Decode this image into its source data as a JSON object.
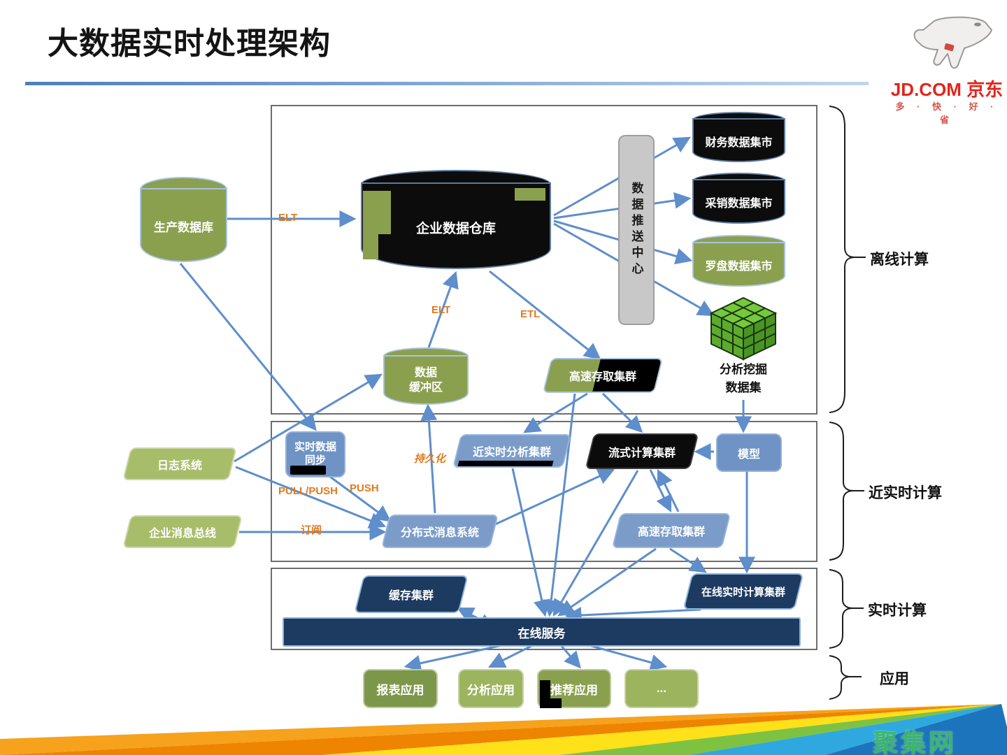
{
  "header": {
    "title": "大数据实时处理架构",
    "brand": "JD.COM 京东",
    "tagline": "多 · 快 · 好 · 省"
  },
  "section_labels": {
    "offline": "离线计算",
    "near_realtime": "近实时计算",
    "realtime": "实时计算",
    "application": "应用"
  },
  "nodes": {
    "production_db": "生产数据库",
    "enterprise_dw": "企业数据仓库",
    "push_center": "数据推送中心",
    "finance_mart": "财务数据集市",
    "sales_mart": "采销数据集市",
    "compass_mart": "罗盘数据集市",
    "mining_dataset_line1": "分析挖掘",
    "mining_dataset_line2": "数据集",
    "data_buffer_line1": "数据",
    "data_buffer_line2": "缓冲区",
    "fast_access_offline": "高速存取集群",
    "realtime_sync_line1": "实时数据",
    "realtime_sync_line2": "同步",
    "log_system": "日志系统",
    "enterprise_bus": "企业消息总线",
    "distributed_mq": "分布式消息系统",
    "near_rt_cluster": "近实时分析集群",
    "stream_cluster": "流式计算集群",
    "model": "模型",
    "fast_access_nrt": "高速存取集群",
    "cache_cluster": "缓存集群",
    "online_rt_cluster": "在线实时计算集群",
    "online_service": "在线服务",
    "report_app": "报表应用",
    "analytics_app": "分析应用",
    "recommend_app": "推荐应用",
    "more_apps": "..."
  },
  "edge_labels": {
    "elt_top": "ELT",
    "elt_mid": "ELT",
    "etl": "ETL",
    "persistence": "持久化",
    "pull_push": "PULL/PUSH",
    "push": "PUSH",
    "subscribe": "订阅"
  },
  "watermark": "聚集网",
  "colors": {
    "arrow": "#5e8ecb",
    "olive_green": "#8ba04f",
    "light_green": "#a8bd6a",
    "node_blue": "#7b9cc9",
    "navy": "#1d3a60",
    "black_node": "#0b0b0b",
    "gray_panel": "#c8c8c8",
    "edge_label_orange": "#e07a1e",
    "brand_red": "#e1251b"
  }
}
